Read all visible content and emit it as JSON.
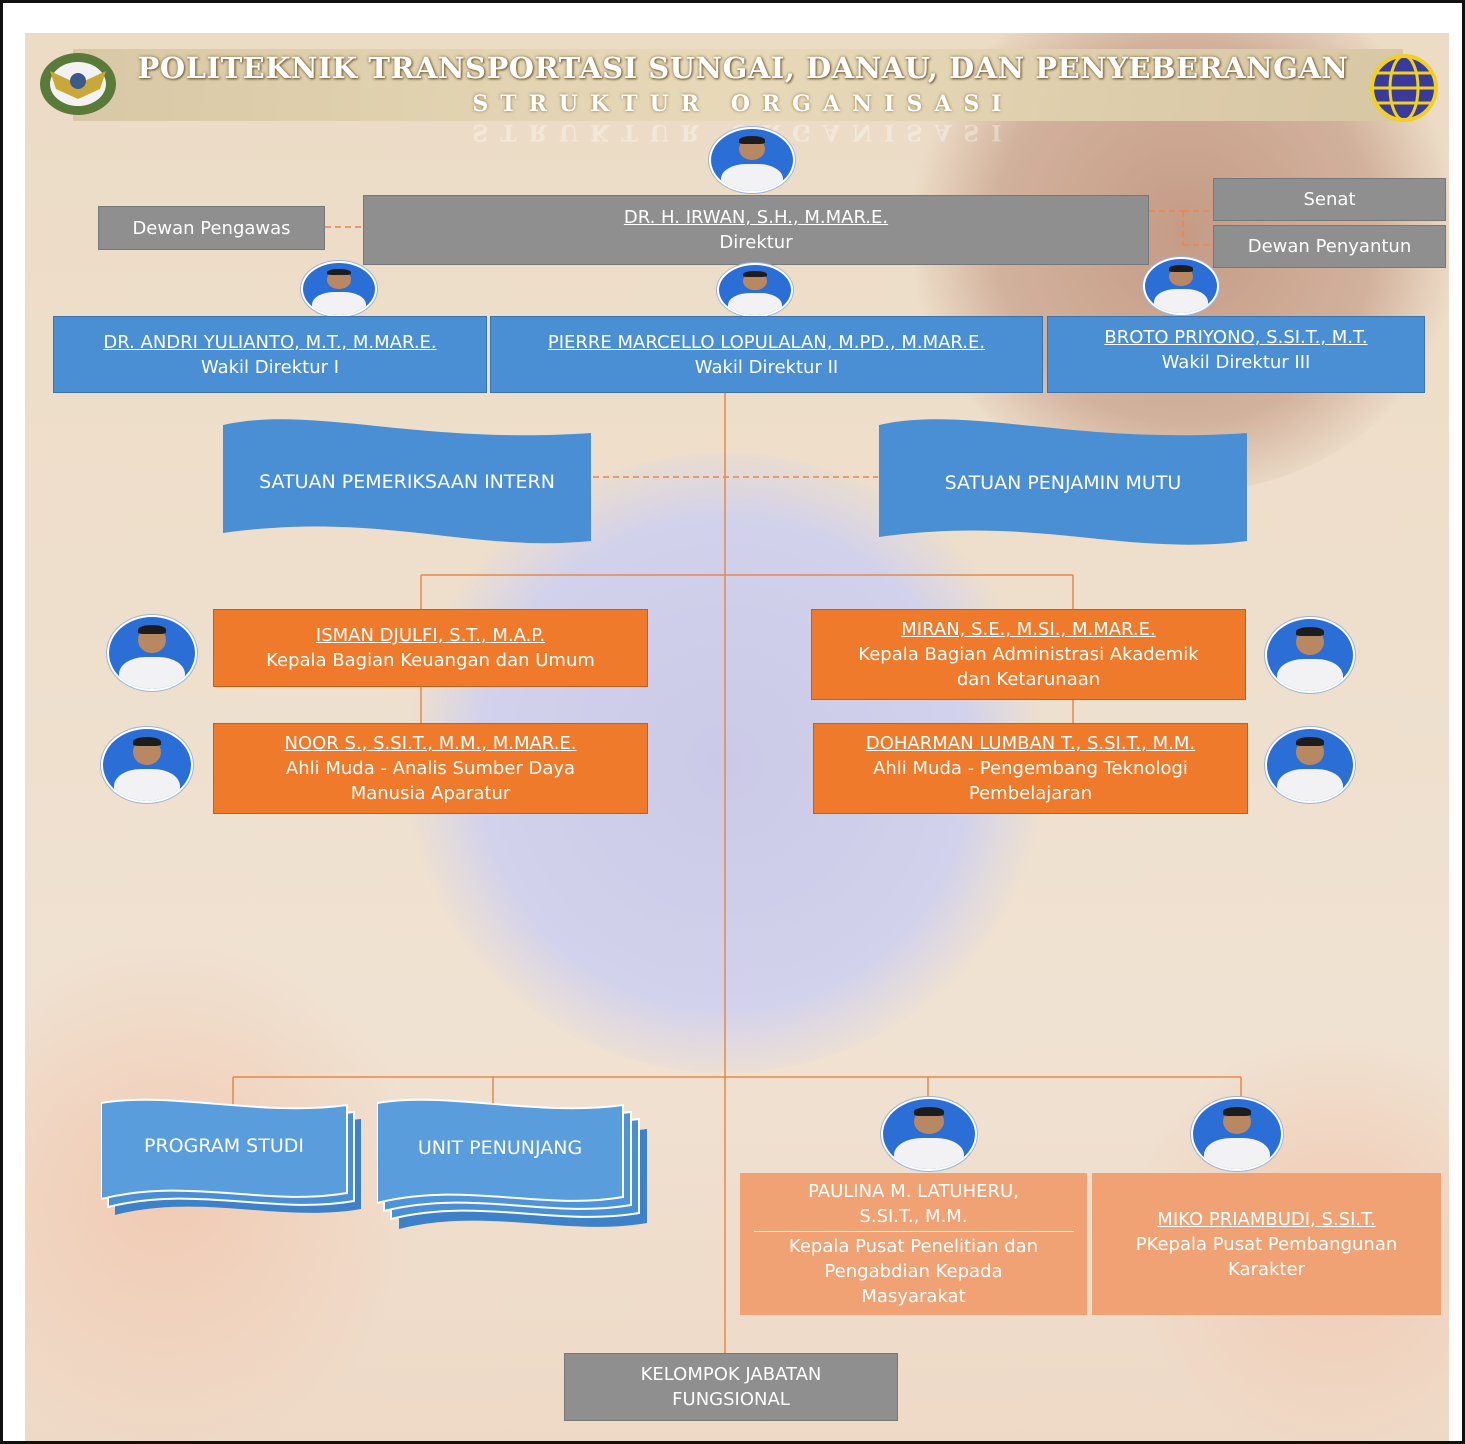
{
  "header": {
    "title": "POLITEKNIK TRANSPORTASI SUNGAI, DANAU, DAN PENYEBERANGAN",
    "subtitle": "STRUKTUR ORGANISASI"
  },
  "colors": {
    "grey": "#8f8f8f",
    "blue": "#4a8fd3",
    "orange": "#ef7a2b",
    "peach": "#f0a274",
    "line": "#e8874a"
  },
  "icons": {
    "left_logo": "poltek-crest-icon",
    "right_logo": "globe-transport-icon",
    "avatar": "person-photo-icon"
  },
  "boards": {
    "dewan_pengawas": "Dewan Pengawas",
    "senat": "Senat",
    "dewan_penyantun": "Dewan Penyantun"
  },
  "director": {
    "name": "DR. H. IRWAN, S.H., M.MAR.E.",
    "role": "Direktur"
  },
  "vice_directors": [
    {
      "name": "DR. ANDRI YULIANTO, M.T., M.MAR.E.",
      "role": "Wakil Direktur I"
    },
    {
      "name": "PIERRE MARCELLO LOPULALAN, M.PD., M.MAR.E.",
      "role": "Wakil Direktur II"
    },
    {
      "name": "BROTO PRIYONO, S.SI.T., M.T.",
      "role": "Wakil Direktur III"
    }
  ],
  "units": {
    "spi": "SATUAN PEMERIKSAAN INTERN",
    "spm": "SATUAN PENJAMIN MUTU",
    "program_studi": "PROGRAM STUDI",
    "unit_penunjang": "UNIT PENUNJANG",
    "kelompok_line1": "KELOMPOK JABATAN",
    "kelompok_line2": "FUNGSIONAL"
  },
  "heads": [
    {
      "name": "ISMAN DJULFI, S.T., M.A.P.",
      "role_line1": "Kepala Bagian Keuangan dan Umum",
      "role_line2": ""
    },
    {
      "name": "MIRAN, S.E., M.SI., M.MAR.E.",
      "role_line1": "Kepala Bagian Administrasi Akademik",
      "role_line2": "dan Ketarunaan"
    },
    {
      "name": "NOOR S., S.SI.T., M.M., M.MAR.E.",
      "role_line1": "Ahli Muda - Analis Sumber Daya",
      "role_line2": "Manusia Aparatur"
    },
    {
      "name": "DOHARMAN LUMBAN T., S.SI.T., M.M.",
      "role_line1": "Ahli Muda - Pengembang Teknologi",
      "role_line2": "Pembelajaran"
    }
  ],
  "centers": [
    {
      "name_line1": "PAULINA M. LATUHERU,",
      "name_line2": "S.SI.T., M.M.",
      "role_line1": "Kepala Pusat Penelitian dan",
      "role_line2": "Pengabdian Kepada",
      "role_line3": "Masyarakat"
    },
    {
      "name": "MIKO PRIAMBUDI, S.SI.T.",
      "role_line1": "PKepala Pusat Pembangunan",
      "role_line2": "Karakter"
    }
  ]
}
